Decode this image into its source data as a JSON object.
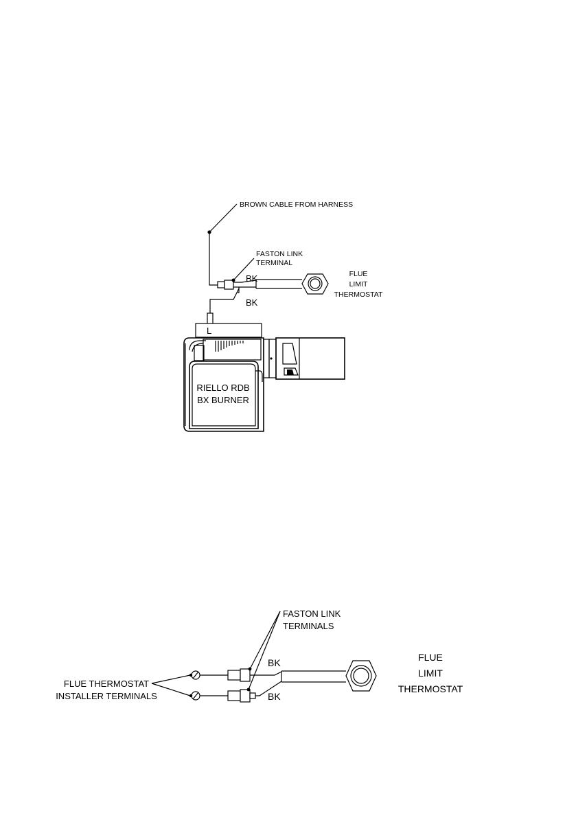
{
  "top_diagram": {
    "brown_cable_label": "BROWN CABLE FROM HARNESS",
    "faston_label_line1": "FASTON LINK",
    "faston_label_line2": "TERMINAL",
    "wire_upper_label": "BK",
    "wire_lower_label": "BK",
    "thermostat_line1": "FLUE",
    "thermostat_line2": "LIMIT",
    "thermostat_line3": "THERMOSTAT",
    "terminal_block_label": "L",
    "burner_line1": "RIELLO RDB",
    "burner_line2": "BX BURNER"
  },
  "bottom_diagram": {
    "faston_label_line1": "FASTON LINK",
    "faston_label_line2": "TERMINALS",
    "wire_upper_label": "BK",
    "wire_lower_label": "BK",
    "installer_label_line1": "FLUE THERMOSTAT",
    "installer_label_line2": "INSTALLER TERMINALS",
    "thermostat_line1": "FLUE",
    "thermostat_line2": "LIMIT",
    "thermostat_line3": "THERMOSTAT"
  }
}
